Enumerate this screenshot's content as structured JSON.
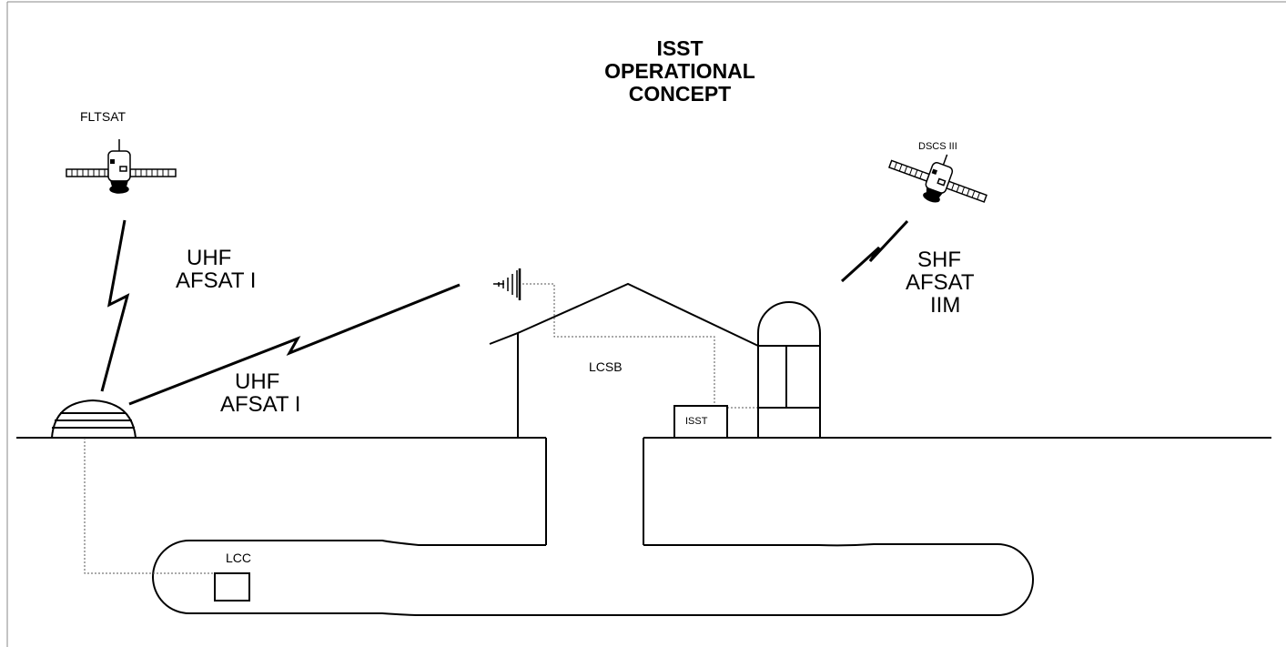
{
  "title": {
    "line1": "ISST",
    "line2": "OPERATIONAL",
    "line3": "CONCEPT"
  },
  "satellites": {
    "left": "FLTSAT",
    "right": "DSCS III"
  },
  "links": {
    "uhf_uplink": {
      "line1": "UHF",
      "line2": "AFSAT I"
    },
    "uhf_ground": {
      "line1": "UHF",
      "line2": "AFSAT I"
    },
    "shf_link": {
      "line1": "SHF",
      "line2": "AFSAT",
      "line3": "IIM"
    }
  },
  "facilities": {
    "lcsb": "LCSB",
    "isst": "ISST",
    "lcc": "LCC"
  },
  "colors": {
    "line": "#000000",
    "background": "#ffffff",
    "frame": "#808080"
  }
}
